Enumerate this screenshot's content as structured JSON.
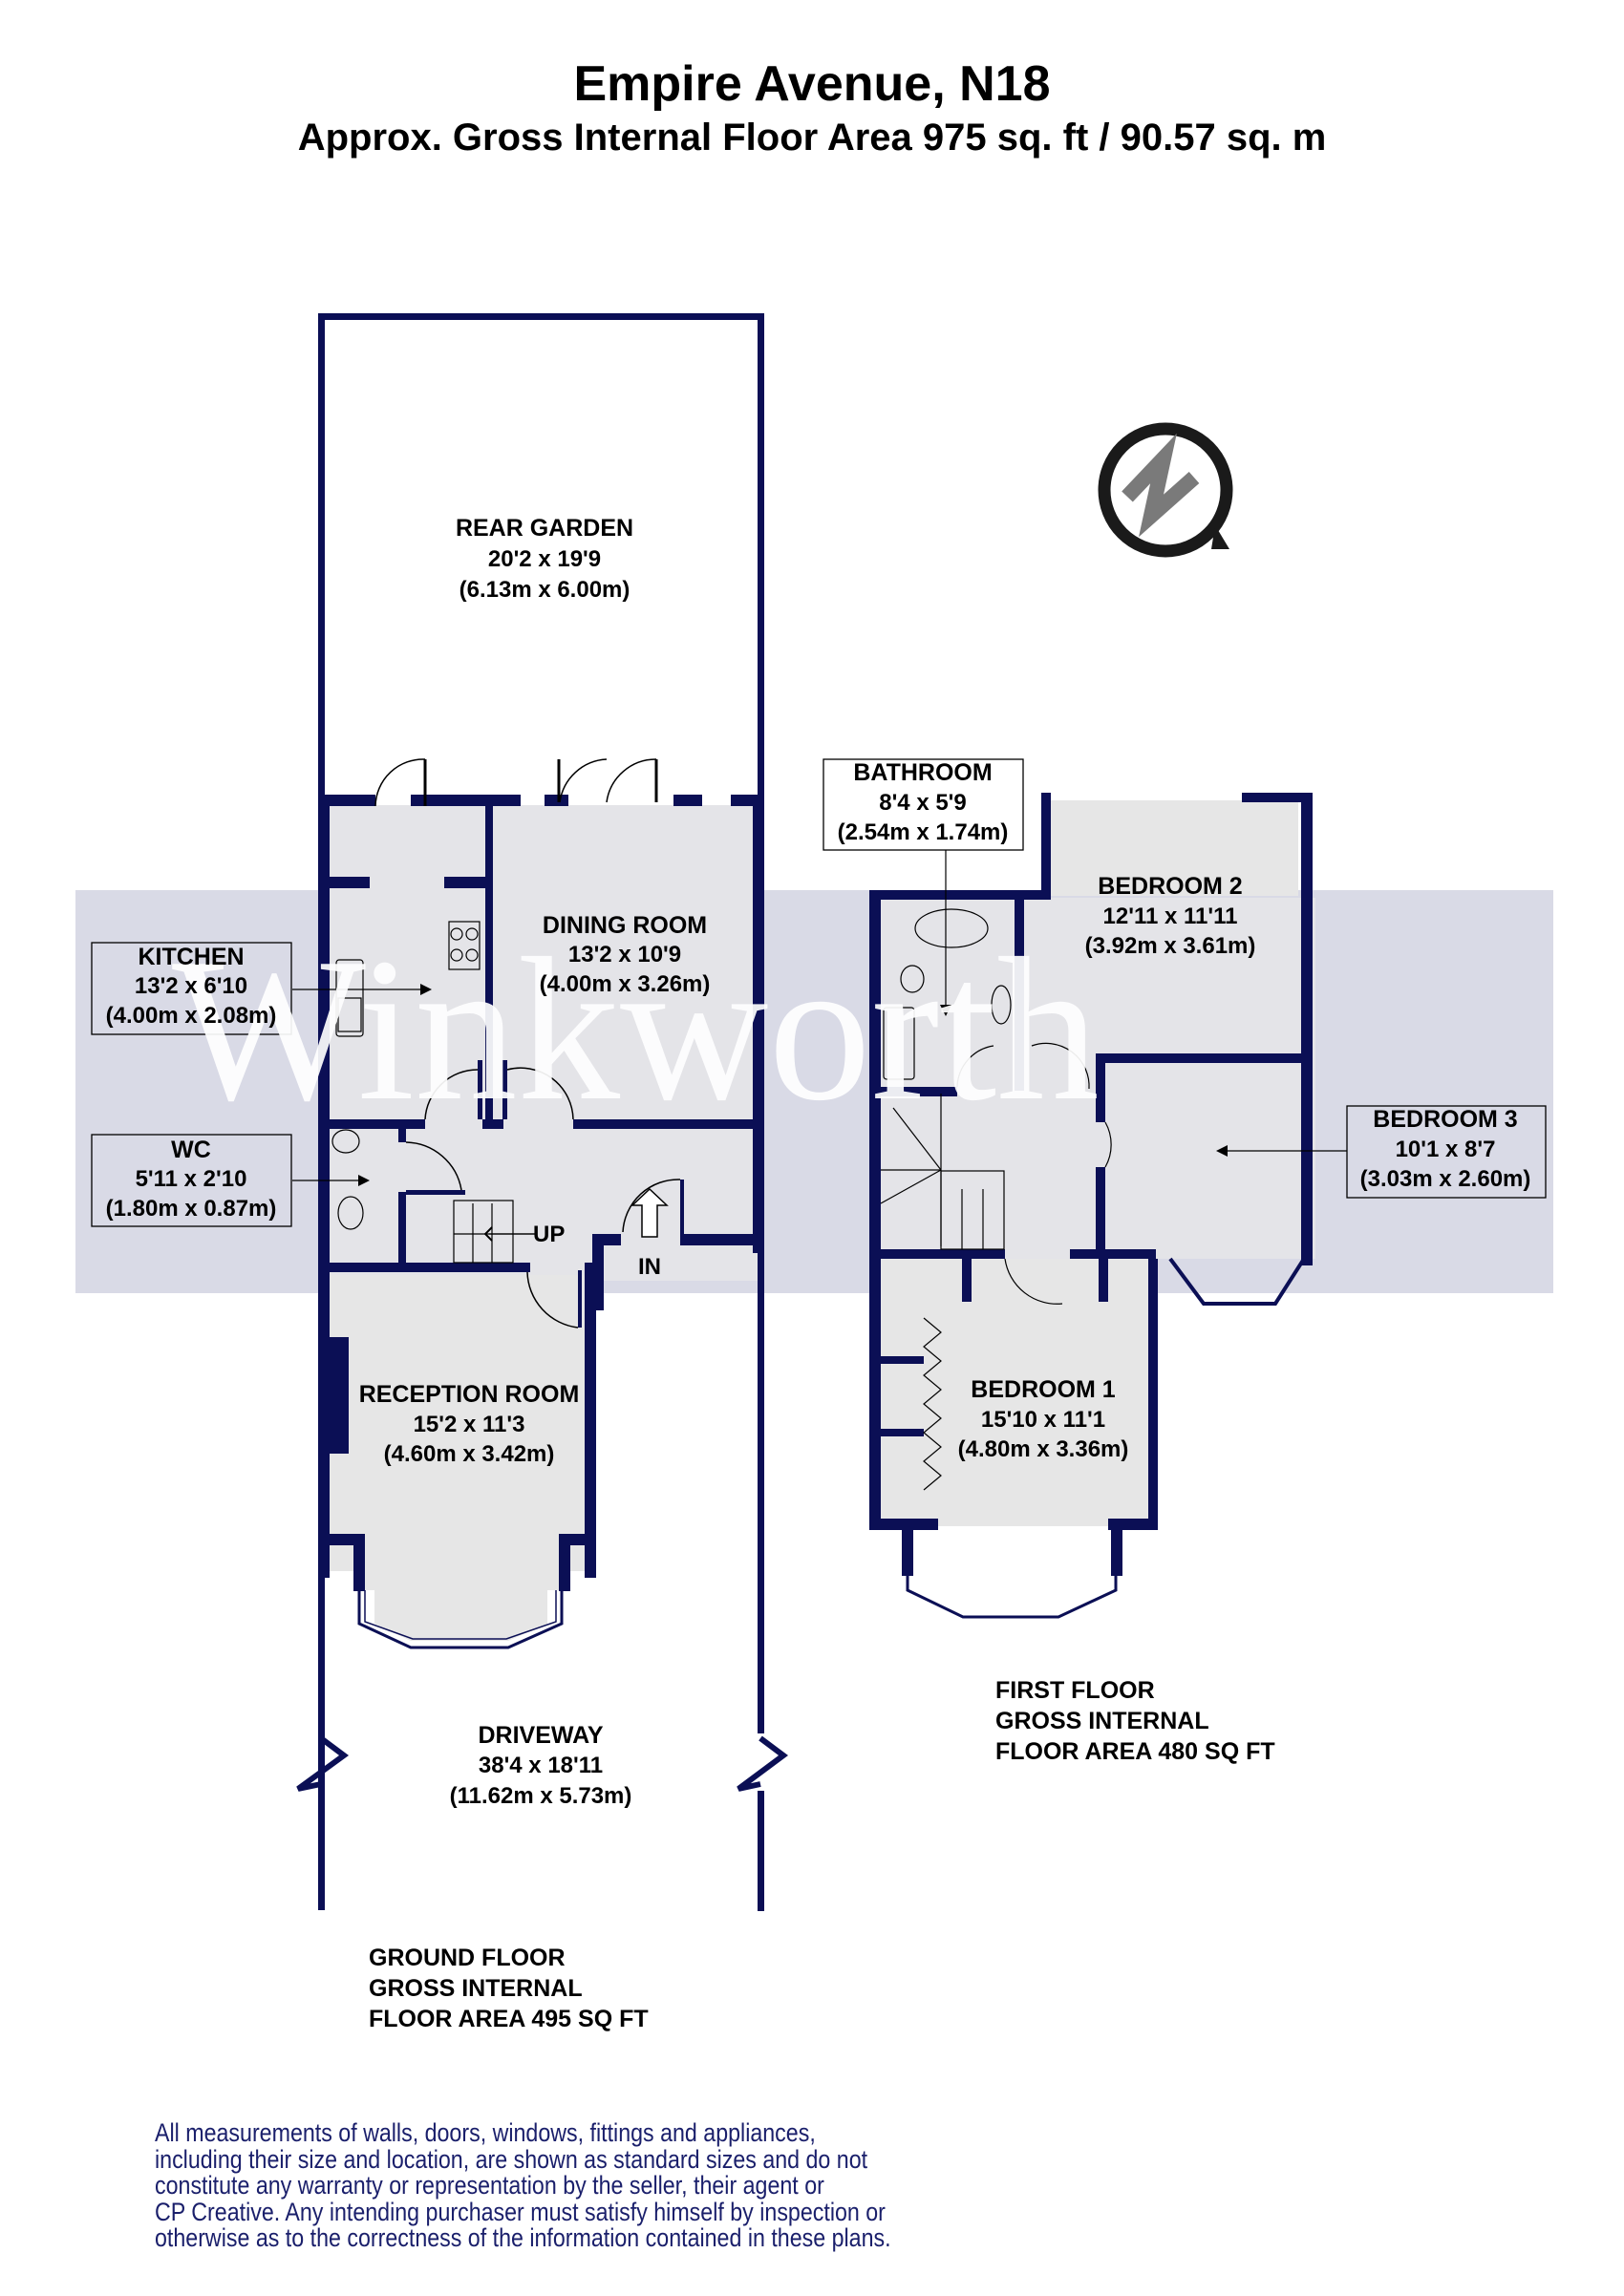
{
  "header": {
    "title": "Empire Avenue, N18",
    "subtitle": "Approx. Gross Internal Floor Area 975 sq. ft / 90.57 sq. m"
  },
  "watermark": {
    "text": "Winkworth"
  },
  "compass": {
    "label": "N"
  },
  "colors": {
    "wall": "#0b0f55",
    "floor": "#e6e6e6",
    "band": "#d9dae6",
    "disclaimer": "#1a1f6b"
  },
  "ground_floor": {
    "rooms": {
      "rear_garden": {
        "name": "REAR GARDEN",
        "imperial": "20'2 x 19'9",
        "metric": "(6.13m x 6.00m)"
      },
      "kitchen": {
        "name": "KITCHEN",
        "imperial": "13'2 x 6'10",
        "metric": "(4.00m x 2.08m)"
      },
      "dining_room": {
        "name": "DINING ROOM",
        "imperial": "13'2 x 10'9",
        "metric": "(4.00m x 3.26m)"
      },
      "wc": {
        "name": "WC",
        "imperial": "5'11 x 2'10",
        "metric": "(1.80m x 0.87m)"
      },
      "reception_room": {
        "name": "RECEPTION ROOM",
        "imperial": "15'2 x 11'3",
        "metric": "(4.60m x 3.42m)"
      },
      "driveway": {
        "name": "DRIVEWAY",
        "imperial": "38'4 x 18'11",
        "metric": "(11.62m x 5.73m)"
      }
    },
    "stairs_label": "UP",
    "entrance_label": "IN",
    "summary": [
      "GROUND FLOOR",
      "GROSS INTERNAL",
      "FLOOR AREA 495 SQ FT"
    ]
  },
  "first_floor": {
    "rooms": {
      "bathroom": {
        "name": "BATHROOM",
        "imperial": "8'4 x 5'9",
        "metric": "(2.54m x 1.74m)"
      },
      "bedroom_2": {
        "name": "BEDROOM 2",
        "imperial": "12'11 x 11'11",
        "metric": "(3.92m x 3.61m)"
      },
      "bedroom_3": {
        "name": "BEDROOM 3",
        "imperial": "10'1 x 8'7",
        "metric": "(3.03m x 2.60m)"
      },
      "bedroom_1": {
        "name": "BEDROOM 1",
        "imperial": "15'10 x 11'1",
        "metric": "(4.80m x 3.36m)"
      }
    },
    "summary": [
      "FIRST FLOOR",
      "GROSS INTERNAL",
      "FLOOR AREA 480 SQ FT"
    ]
  },
  "disclaimer": [
    "All measurements of walls, doors, windows, fittings and appliances,",
    "including their size and location, are shown as standard sizes and do not",
    "constitute any warranty or representation by the seller, their agent or",
    "CP Creative. Any intending purchaser must satisfy himself by inspection or",
    "otherwise as to the correctness of the information contained in these plans."
  ]
}
